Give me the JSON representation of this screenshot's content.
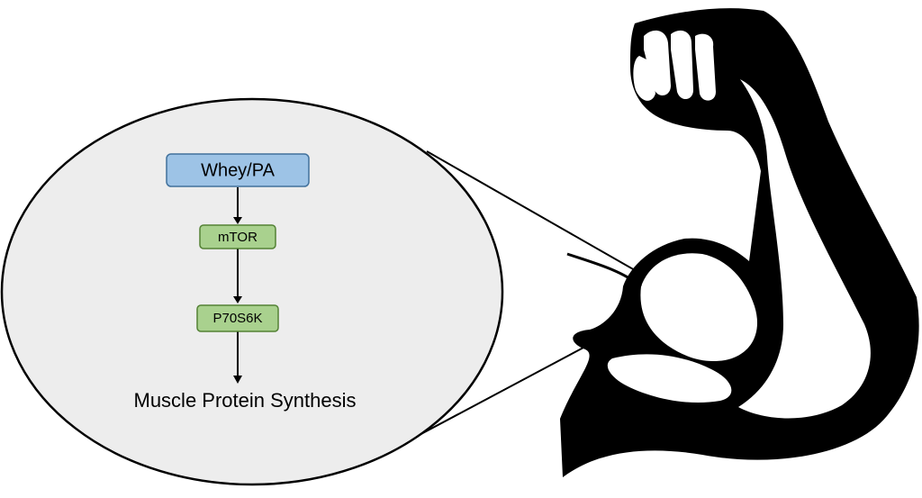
{
  "diagram": {
    "nodes": [
      {
        "id": "whey",
        "label": "Whey/PA",
        "fill": "#9dc3e6",
        "stroke": "#41719c"
      },
      {
        "id": "mtor",
        "label": "mTOR",
        "fill": "#a9d18e",
        "stroke": "#548235"
      },
      {
        "id": "p70",
        "label": "P70S6K",
        "fill": "#a9d18e",
        "stroke": "#548235"
      }
    ],
    "outcome": "Muscle Protein Synthesis",
    "edges": [
      {
        "from": "whey",
        "to": "mtor"
      },
      {
        "from": "mtor",
        "to": "p70"
      },
      {
        "from": "p70",
        "to": "outcome"
      }
    ]
  },
  "colors": {
    "zoom_circle_fill": "#ededed",
    "zoom_circle_stroke": "#000000",
    "arm_fill": "#000000",
    "arm_highlight": "#ffffff"
  },
  "icons": {
    "arm": "flexed-arm-icon"
  }
}
